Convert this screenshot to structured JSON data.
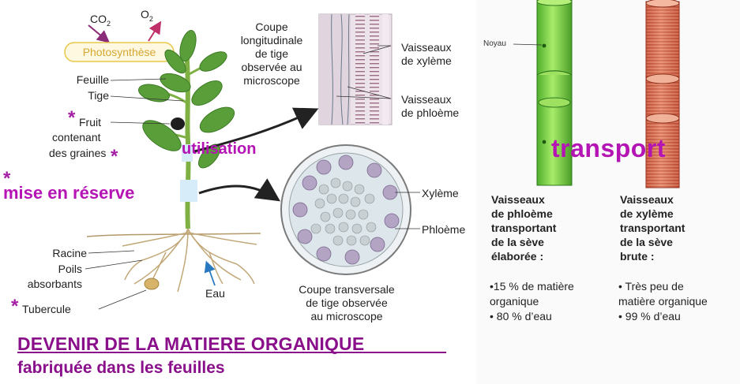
{
  "plant": {
    "co2": "CO",
    "co2_sub": "2",
    "o2": "O",
    "o2_sub": "2",
    "photosynthese": "Photosynthèse",
    "feuille": "Feuille",
    "tige": "Tige",
    "fruit_star": "*",
    "fruit_line1": "Fruit",
    "fruit_line2": "contenant",
    "fruit_line3": "des graines",
    "graines_star": "*",
    "racine": "Racine",
    "poils_line1": "Poils",
    "poils_line2": "absorbants",
    "tubercule_star": "*",
    "tubercule": "Tubercule",
    "eau": "Eau"
  },
  "annotations": {
    "utilisation": "utilisation",
    "reserve_star": "*",
    "mise_en_reserve": "mise en réserve",
    "transport": "transport"
  },
  "coupe_long": {
    "line1": "Coupe",
    "line2": "longitudinale",
    "line3": "de tige",
    "line4": "observée au",
    "line5": "microscope",
    "xyleme_line1": "Vaisseaux",
    "xyleme_line2": "de xylème",
    "phloeme_line1": "Vaisseaux",
    "phloeme_line2": "de phloème"
  },
  "coupe_trans": {
    "xyleme": "Xylème",
    "phloeme": "Phloème",
    "line1": "Coupe transversale",
    "line2": "de tige observée",
    "line3": "au microscope"
  },
  "vessels": {
    "noyau": "Noyau",
    "phloem_title": [
      "Vaisseaux",
      "de phloème",
      "transportant",
      "de la sève",
      "élaborée :"
    ],
    "phloem_items": [
      "•15 % de matière",
      "organique",
      "• 80 % d’eau"
    ],
    "xylem_title": [
      "Vaisseaux",
      "de xylème",
      "transportant",
      "de la sève",
      "brute :"
    ],
    "xylem_items": [
      "• Très peu de",
      "matière organique",
      "• 99 % d’eau"
    ]
  },
  "title": {
    "line1": "DEVENIR DE LA MATIERE ORGANIQUE",
    "line2": "fabriquée dans les feuilles"
  },
  "colors": {
    "magenta": "#b514b5",
    "title_purple": "#8a0f8a",
    "leaf_green": "#5a9e3a",
    "phloem_green": "#7fd34a",
    "xylem_red": "#d9684c"
  }
}
